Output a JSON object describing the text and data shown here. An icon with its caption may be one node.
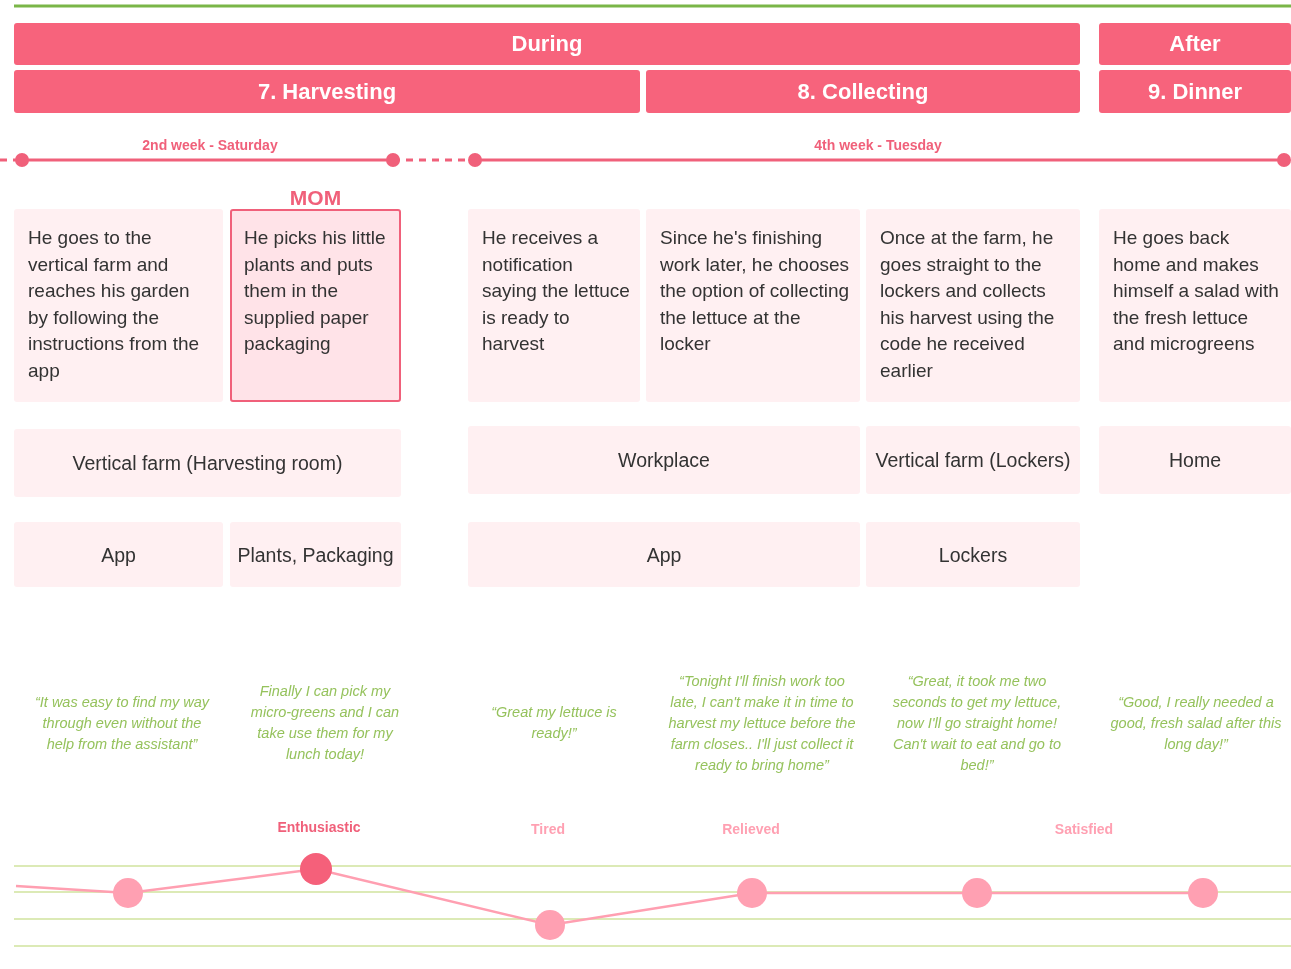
{
  "diagram": {
    "nodes": [
      {
        "text": [
          "During"
        ]
      },
      {
        "text": [
          "After"
        ]
      },
      {
        "text": [
          "7. Harvesting"
        ]
      },
      {
        "text": [
          "8. Collecting"
        ]
      },
      {
        "text": [
          "9. Dinner"
        ]
      },
      {
        "text": [
          "He goes to the vertical farm and reaches his garden by following the instructions from the app"
        ]
      },
      {
        "text": [
          "He picks his little plants and puts them in the supplied paper packaging"
        ],
        "beside": [
          "MOM"
        ]
      },
      {
        "text": [
          "He receives a notification saying the lettuce is ready to harvest"
        ]
      },
      {
        "text": [
          "Since he's finishing work later, he chooses the option of collecting the lettuce at the locker"
        ]
      },
      {
        "text": [
          "Once at the farm, he goes straight to the lockers and collects his harvest using the code he received earlier"
        ]
      },
      {
        "text": [
          "He goes back home and makes himself a salad with the fresh lettuce and microgreens"
        ]
      },
      {
        "text": [
          "Vertical farm (Harvesting room)"
        ]
      },
      {
        "text": [
          "Workplace"
        ]
      },
      {
        "text": [
          "Vertical farm (Lockers)"
        ]
      },
      {
        "text": [
          "Home"
        ]
      },
      {
        "text": [
          "App"
        ]
      },
      {
        "text": [
          "Plants, Packaging"
        ]
      },
      {
        "text": [
          "App"
        ]
      },
      {
        "text": [
          "Lockers"
        ]
      }
    ],
    "edges": [],
    "labels": [
      "2nd week - Saturday",
      "4th week - Tuesday",
      "“It was easy to find my way through even without the help from the assistant”",
      "Finally I can pick my micro-greens and I can take use them for my lunch today!",
      "“Great my lettuce is ready!”",
      "“Tonight I'll finish work too late, I can't make it in time to harvest my lettuce before the farm closes.. I'll just collect it ready to bring home”",
      "“Great, it took me two seconds to get my lettuce, now I'll go straight home! Can't wait to eat and go to bed!”",
      "“Good, I really needed a good, fresh salad after this long day!”",
      "Enthusiastic",
      "Tired",
      "Relieved",
      "Satisfied"
    ]
  }
}
